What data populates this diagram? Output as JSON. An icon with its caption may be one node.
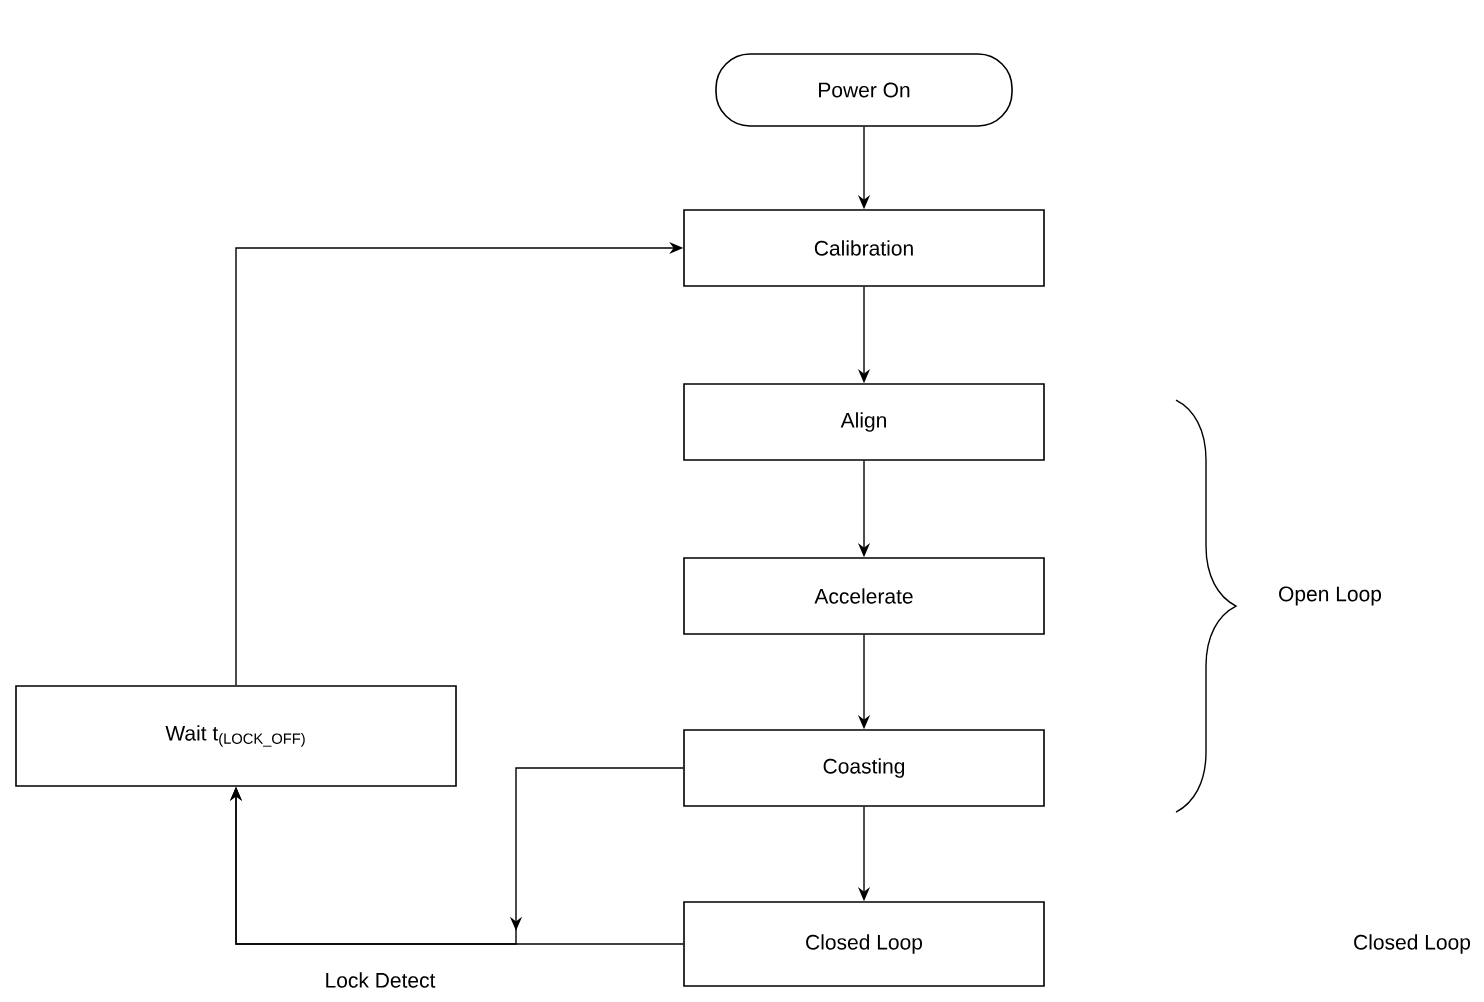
{
  "diagram": {
    "nodes": [
      {
        "text": [
          "Power On"
        ]
      },
      {
        "text": [
          "Calibration"
        ]
      },
      {
        "text": [
          "Align"
        ]
      },
      {
        "text": [
          "Accelerate"
        ]
      },
      {
        "text": [
          "Coasting"
        ]
      },
      {
        "text": [
          "Closed Loop"
        ]
      },
      {
        "text": [
          "Wait t$_{(LOCK_OFF)}$"
        ]
      }
    ],
    "edges": [
      {
        "from": 0,
        "to": 1,
        "arrow": "to"
      },
      {
        "from": 1,
        "to": 2,
        "arrow": "to"
      },
      {
        "from": 2,
        "to": 3,
        "arrow": "to"
      },
      {
        "from": 3,
        "to": 4,
        "arrow": "to"
      },
      {
        "from": 4,
        "to": 5,
        "arrow": "to"
      },
      {
        "from": 5,
        "to": 6,
        "arrow": "to",
        "label": "Lock Detect"
      },
      {
        "from": 4,
        "to": 6,
        "arrow": "to"
      },
      {
        "from": 6,
        "to": 1,
        "arrow": "to"
      }
    ],
    "labels": [
      "Open Loop",
      "Closed Loop"
    ]
  }
}
